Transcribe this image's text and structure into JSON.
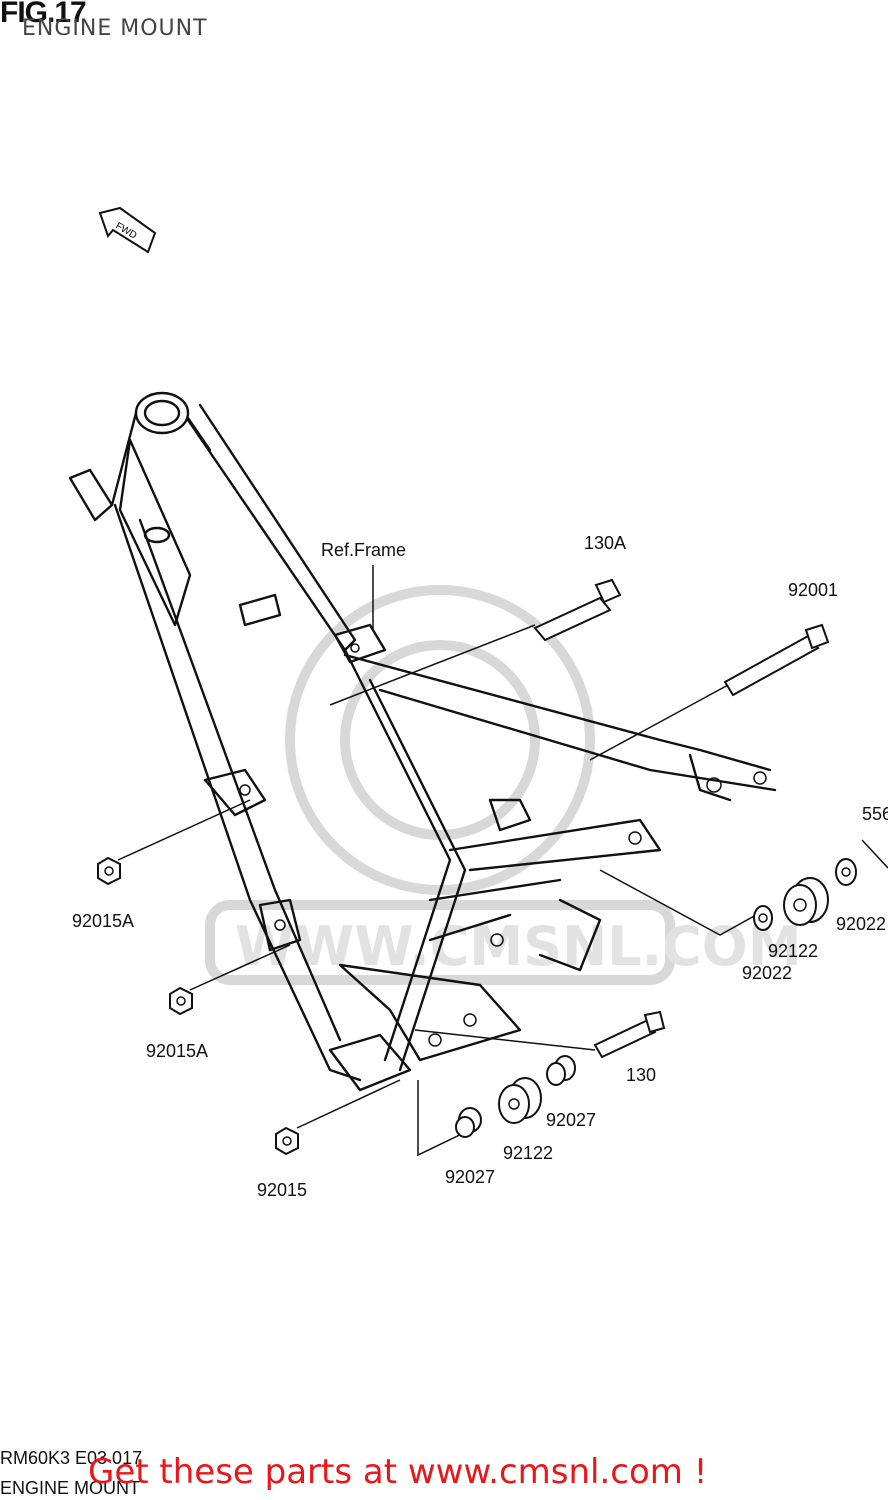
{
  "header": {
    "figure": "FIG.17",
    "subtitle": "ENGINE MOUNT"
  },
  "fwd_arrow": {
    "text": "FWD",
    "icon": "fwd-arrow-icon"
  },
  "labels": {
    "ref_frame": "Ref.Frame",
    "p130a": "130A",
    "p92001": "92001",
    "p556": "556",
    "p92022_right": "92022",
    "p92122_right": "92122",
    "p92022_left": "92022",
    "p92015a_upper": "92015A",
    "p92015a_lower": "92015A",
    "p130": "130",
    "p92027_upper": "92027",
    "p92122_lower": "92122",
    "p92027_lower": "92027",
    "p92015": "92015"
  },
  "watermark": {
    "text": "WWW.CMSNL.COM"
  },
  "footer": {
    "code": "RM60K3 E03  017",
    "name": "ENGINE MOUNT"
  },
  "promo": {
    "text": "Get these parts at www.cmsnl.com !"
  },
  "colors": {
    "promo": "#e8181a",
    "ink": "#111111",
    "watermark": "#d8d8d8"
  }
}
